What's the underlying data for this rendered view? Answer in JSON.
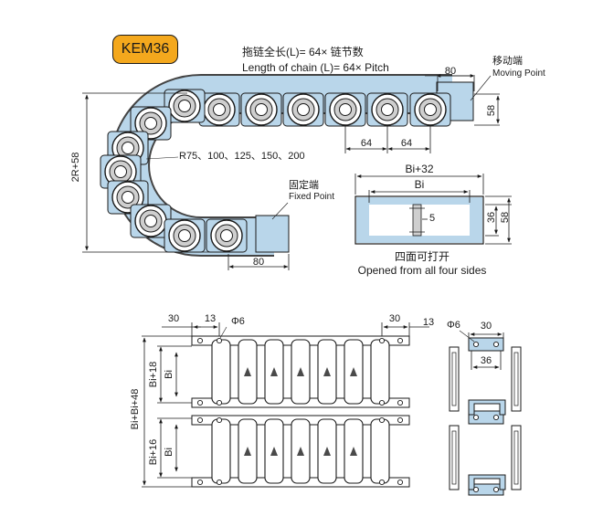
{
  "model_badge": "KEM36",
  "side_view": {
    "chain_length_cn": "拖链全长(L)= 64× 链节数",
    "chain_length_en": "Length of chain (L)= 64× Pitch",
    "moving_point_cn": "移动端",
    "moving_point_en": "Moving Point",
    "fixed_point_cn": "固定端",
    "fixed_point_en": "Fixed Point",
    "radius_options": "R75、100、125、150、200",
    "height_label": "2R+58",
    "dim_moving_end": "80",
    "dim_fixed_end": "80",
    "dim_height": "58",
    "pitch_a": "64",
    "pitch_b": "64"
  },
  "cross_section": {
    "width_outer": "Bi+32",
    "width_inner": "Bi",
    "dim_5": "5",
    "dim_36": "36",
    "dim_58": "58",
    "caption_cn": "四面可打开",
    "caption_en": "Opened from all four sides"
  },
  "mount_top_view": {
    "dim_30_left": "30",
    "dim_13_left": "13",
    "hole_left": "Φ6",
    "dim_30_right": "30",
    "dim_13_right": "13",
    "total_height": "Bi+Bi+48",
    "upper_outer": "Bi+18",
    "upper_inner": "Bi",
    "lower_outer": "Bi+16",
    "lower_inner": "Bi"
  },
  "bracket_view": {
    "hole": "Φ6",
    "dim_30": "30",
    "dim_36": "36"
  }
}
